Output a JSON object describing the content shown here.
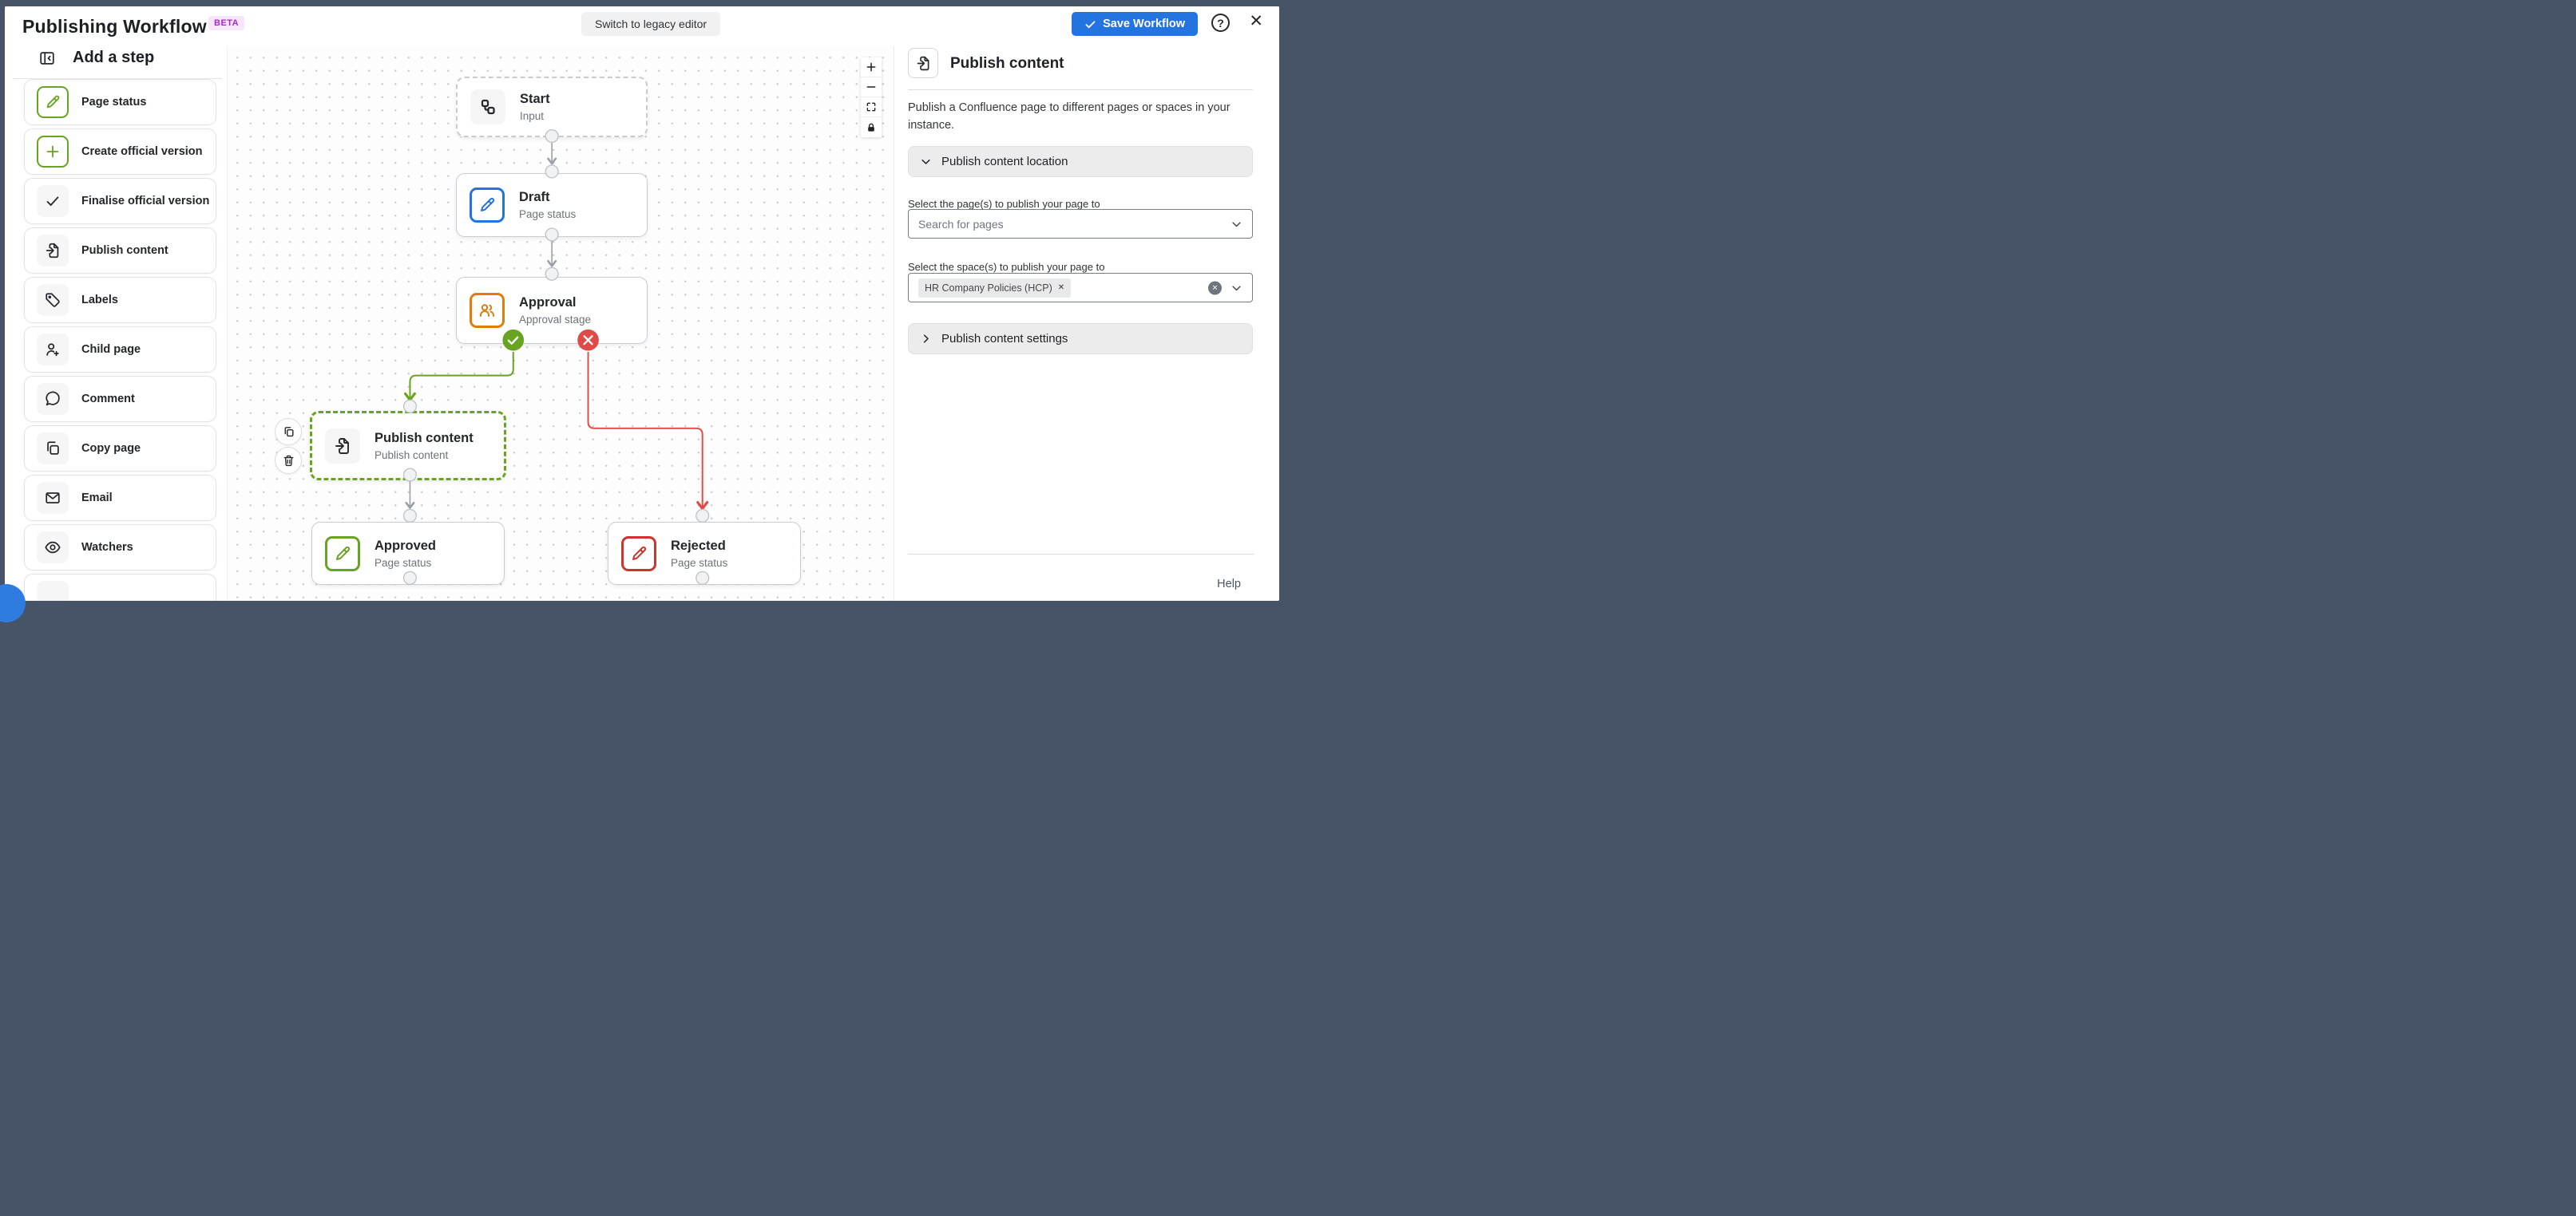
{
  "window": {
    "title": "Publishing Workflow",
    "beta": "BETA",
    "switch_legacy": "Switch to legacy editor",
    "save": "Save Workflow"
  },
  "sidebar": {
    "title": "Add a step",
    "items": [
      {
        "label": "Page status",
        "icon": "pencil-icon",
        "accent": "green-outline"
      },
      {
        "label": "Create official version",
        "icon": "plus-icon",
        "accent": "green-outline"
      },
      {
        "label": "Finalise official version",
        "icon": "check-icon",
        "accent": "neutral"
      },
      {
        "label": "Publish content",
        "icon": "publish-icon",
        "accent": "neutral"
      },
      {
        "label": "Labels",
        "icon": "tag-icon",
        "accent": "neutral"
      },
      {
        "label": "Child page",
        "icon": "person-add-icon",
        "accent": "neutral"
      },
      {
        "label": "Comment",
        "icon": "comment-icon",
        "accent": "neutral"
      },
      {
        "label": "Copy page",
        "icon": "copy-icon",
        "accent": "neutral"
      },
      {
        "label": "Email",
        "icon": "email-icon",
        "accent": "neutral"
      },
      {
        "label": "Watchers",
        "icon": "eye-icon",
        "accent": "neutral"
      }
    ]
  },
  "canvas": {
    "nodes": [
      {
        "title": "Start",
        "subtitle": "Input",
        "icon": "workflow-icon",
        "accent": "neutral"
      },
      {
        "title": "Draft",
        "subtitle": "Page status",
        "icon": "pencil-icon",
        "accent": "blue"
      },
      {
        "title": "Approval",
        "subtitle": "Approval stage",
        "icon": "people-icon",
        "accent": "orange"
      },
      {
        "title": "Publish content",
        "subtitle": "Publish content",
        "icon": "publish-icon",
        "accent": "neutral",
        "selected": true
      },
      {
        "title": "Approved",
        "subtitle": "Page status",
        "icon": "pencil-icon",
        "accent": "green"
      },
      {
        "title": "Rejected",
        "subtitle": "Page status",
        "icon": "pencil-icon",
        "accent": "red"
      }
    ],
    "controls": [
      "zoom-in",
      "zoom-out",
      "fit-view",
      "lock"
    ]
  },
  "panel": {
    "title": "Publish content",
    "description": "Publish a Confluence page to different pages or spaces in your instance.",
    "location_section": "Publish content location",
    "pages_label": "Select the page(s) to publish your page to",
    "pages_placeholder": "Search for pages",
    "spaces_label": "Select the space(s) to publish your page to",
    "space_tag": "HR Company Policies (HCP)",
    "settings_section": "Publish content settings",
    "help": "Help"
  },
  "colors": {
    "accent_blue": "#2374e1",
    "green": "#68a322",
    "red": "#e04b47",
    "orange": "#e07c0c",
    "beta_purple": "#a32cc9",
    "frame": "#475366"
  }
}
